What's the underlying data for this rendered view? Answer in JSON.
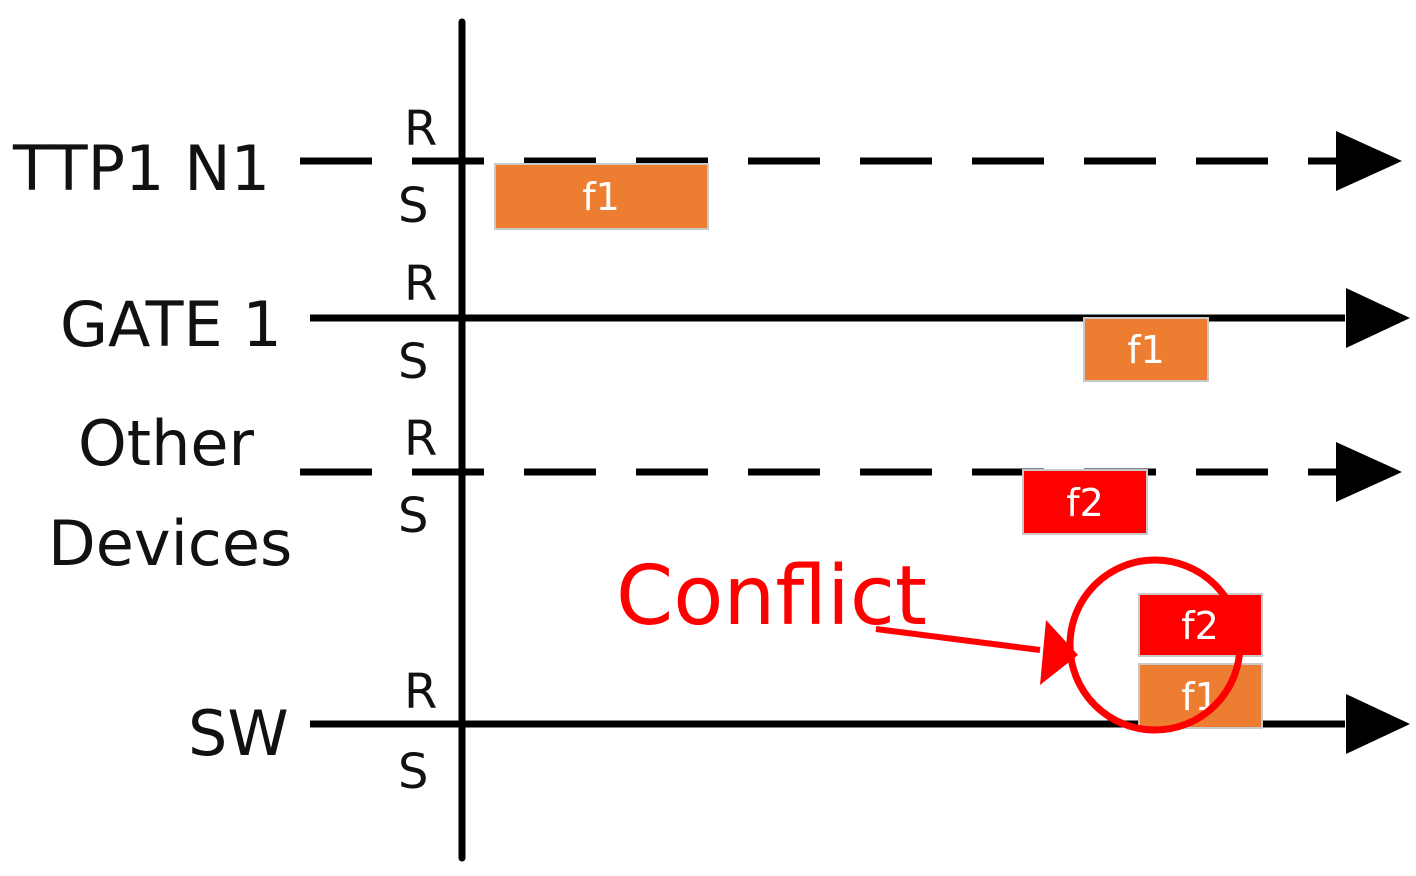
{
  "rows": [
    {
      "label": "TTP1 N1",
      "line_style": "dashed",
      "r": "R",
      "s": "S"
    },
    {
      "label": "GATE 1",
      "line_style": "solid",
      "r": "R",
      "s": "S"
    },
    {
      "label_line1": "Other",
      "label_line2": "Devices",
      "line_style": "dashed",
      "r": "R",
      "s": "S"
    },
    {
      "label": "SW",
      "line_style": "solid",
      "r": "R",
      "s": "S"
    }
  ],
  "frames": [
    {
      "id": "ttp-f1",
      "text": "f1",
      "color": "#ED7D31"
    },
    {
      "id": "gate-f1",
      "text": "f1",
      "color": "#ED7D31"
    },
    {
      "id": "other-f2",
      "text": "f2",
      "color": "#FF0000"
    },
    {
      "id": "sw-f2",
      "text": "f2",
      "color": "#FF0000"
    },
    {
      "id": "sw-f1",
      "text": "f1",
      "color": "#ED7D31"
    }
  ],
  "annotation": {
    "text": "Conflict",
    "color": "#FF0000"
  },
  "colors": {
    "line": "#000000",
    "orange": "#ED7D31",
    "red": "#FF0000"
  }
}
